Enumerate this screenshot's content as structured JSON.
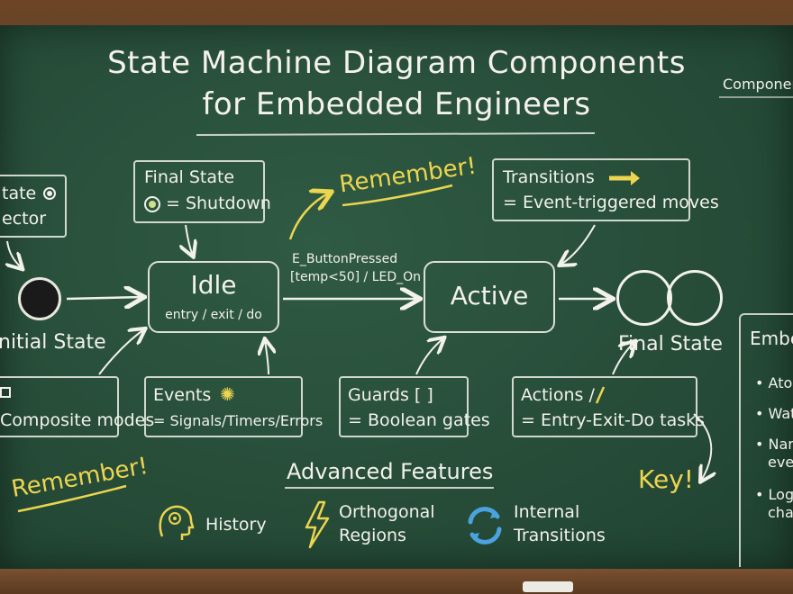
{
  "title_line1": "State Machine Diagram Components",
  "title_line2": "for Embedded Engineers",
  "top_right_label": "Component",
  "boxes": {
    "initial_state_partial_line1": "tate",
    "initial_state_partial_line2": "ector",
    "final_state_title": "Final State",
    "final_state_desc": "= Shutdown",
    "transitions_title": "Transitions",
    "transitions_desc": "= Event-triggered moves",
    "composite_desc": "Composite modes",
    "events_title": "Events",
    "events_desc": "= Signals/Timers/Errors",
    "guards_title": "Guards [ ]",
    "guards_desc": "= Boolean gates",
    "actions_title": "Actions /",
    "actions_desc": "= Entry-Exit-Do tasks"
  },
  "states": {
    "idle_name": "Idle",
    "idle_sub": "entry / exit / do",
    "active_name": "Active"
  },
  "labels": {
    "initial_state": "nitial State",
    "final_state": "Final State",
    "transition_event": "E_ButtonPressed",
    "transition_guard_action": "[temp<50] / LED_On",
    "remember_top": "Remember!",
    "remember_bottom": "Remember!",
    "key": "Key!"
  },
  "advanced": {
    "heading": "Advanced Features",
    "history": "History",
    "orthogonal_line1": "Orthogonal",
    "orthogonal_line2": "Regions",
    "internal_line1": "Internal",
    "internal_line2": "Transitions"
  },
  "right_panel": {
    "heading": "Embe",
    "items": [
      "Ato",
      "Wat",
      "Nar",
      "eve",
      "Log",
      "cha"
    ]
  },
  "colors": {
    "board": "#2f5a43",
    "chalk": "#f2f1ea",
    "accent_yellow": "#ecd54f",
    "blue_icon": "#4aa3df",
    "frame_wood": "#6b4526"
  }
}
